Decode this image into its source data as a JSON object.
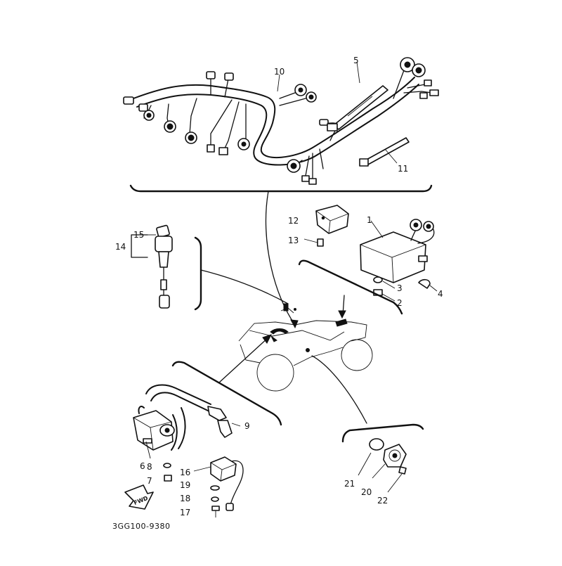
{
  "callouts": {
    "c1": "1",
    "c2": "2",
    "c3": "3",
    "c4": "4",
    "c5": "5",
    "c6": "6",
    "c7": "7",
    "c8": "8",
    "c9": "9",
    "c10": "10",
    "c11": "11",
    "c12": "12",
    "c13": "13",
    "c14": "14",
    "c15": "15",
    "c16": "16",
    "c17": "17",
    "c18": "18",
    "c19": "19",
    "c20": "20",
    "c21": "21",
    "c22": "22"
  },
  "fwd_label": "FWD",
  "catalog_number": "3GG100-9380"
}
